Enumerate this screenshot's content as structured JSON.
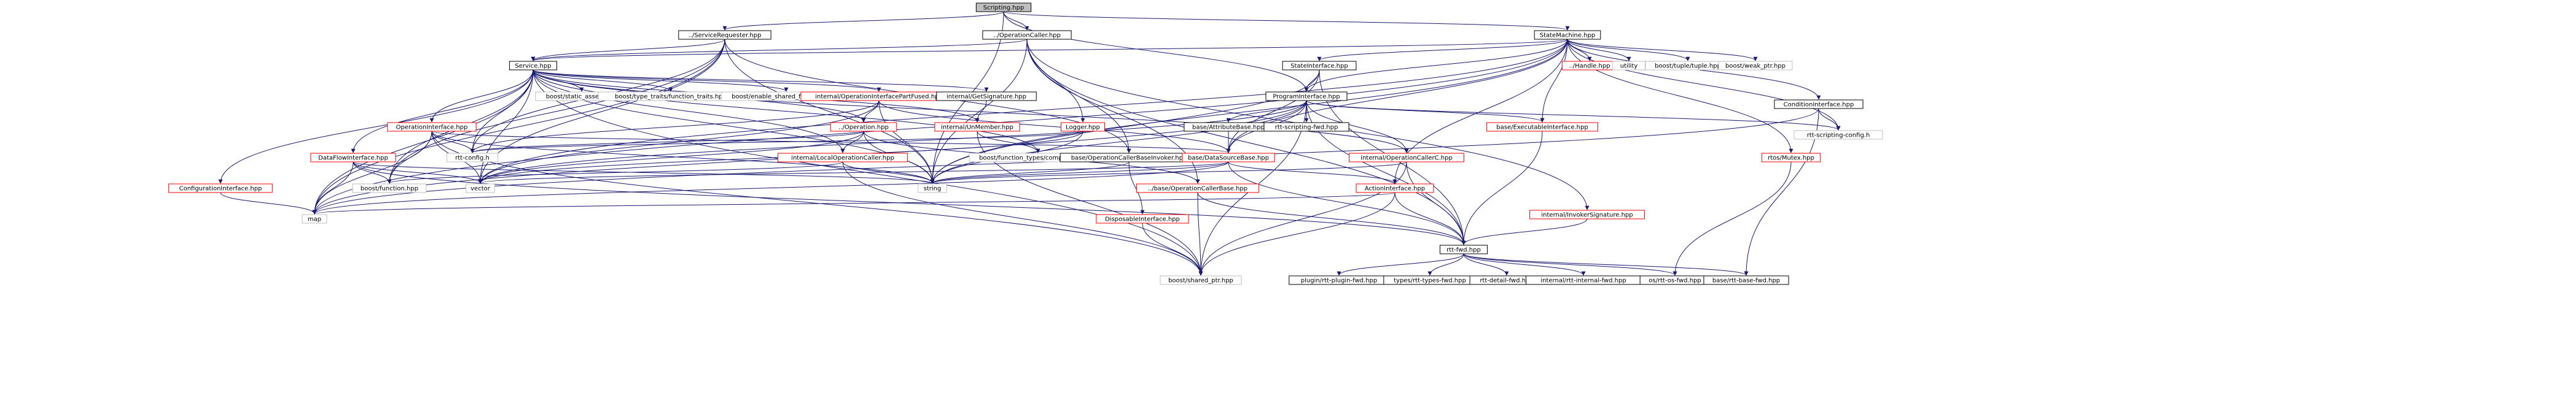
{
  "nodes": [
    {
      "id": "scripting",
      "label": "Scripting.hpp",
      "style": "root"
    },
    {
      "id": "servreq",
      "label": "../ServiceRequester.hpp",
      "style": "normal"
    },
    {
      "id": "opcaller",
      "label": "../OperationCaller.hpp",
      "style": "normal"
    },
    {
      "id": "statemachine",
      "label": "StateMachine.hpp",
      "style": "normal"
    },
    {
      "id": "service",
      "label": "Service.hpp",
      "style": "normal"
    },
    {
      "id": "stateiface",
      "label": "StateInterface.hpp",
      "style": "normal"
    },
    {
      "id": "handle",
      "label": "../Handle.hpp",
      "style": "red"
    },
    {
      "id": "utility",
      "label": "utility",
      "style": "inc"
    },
    {
      "id": "tuple",
      "label": "boost/tuple/tuple.hpp",
      "style": "inc"
    },
    {
      "id": "weakptr",
      "label": "boost/weak_ptr.hpp",
      "style": "inc"
    },
    {
      "id": "condiface",
      "label": "ConditionInterface.hpp",
      "style": "normal"
    },
    {
      "id": "staticassert",
      "label": "boost/static_assert.hpp",
      "style": "inc"
    },
    {
      "id": "typetraits",
      "label": "boost/type_traits/function_traits.hpp",
      "style": "inc"
    },
    {
      "id": "enableshared",
      "label": "boost/enable_shared_from_this.hpp",
      "style": "inc"
    },
    {
      "id": "opifpart",
      "label": "internal/OperationInterfacePartFused.hpp",
      "style": "red"
    },
    {
      "id": "getsig",
      "label": "internal/GetSignature.hpp",
      "style": "normal"
    },
    {
      "id": "proginterface",
      "label": "ProgramInterface.hpp",
      "style": "normal"
    },
    {
      "id": "rttscriptingconfig",
      "label": "rtt-scripting-config.h",
      "style": "inc"
    },
    {
      "id": "opiface",
      "label": "OperationInterface.hpp",
      "style": "red"
    },
    {
      "id": "operation",
      "label": "../Operation.hpp",
      "style": "red"
    },
    {
      "id": "unmember",
      "label": "internal/UnMember.hpp",
      "style": "red"
    },
    {
      "id": "logger",
      "label": "Logger.hpp",
      "style": "red"
    },
    {
      "id": "attrbase",
      "label": "base/AttributeBase.hpp",
      "style": "normal"
    },
    {
      "id": "rttscriptingfwd",
      "label": "rtt-scripting-fwd.hpp",
      "style": "normal"
    },
    {
      "id": "execiface",
      "label": "base/ExecutableInterface.hpp",
      "style": "red"
    },
    {
      "id": "rttconfig",
      "label": "rtt-config.h",
      "style": "inc"
    },
    {
      "id": "localopcaller",
      "label": "internal/LocalOperationCaller.hpp",
      "style": "red"
    },
    {
      "id": "fntypes",
      "label": "boost/function_types/components.hpp",
      "style": "inc"
    },
    {
      "id": "opcallerbaseinv",
      "label": "base/OperationCallerBaseInvoker.hpp",
      "style": "normal"
    },
    {
      "id": "dsbase",
      "label": "base/DataSourceBase.hpp",
      "style": "red"
    },
    {
      "id": "opcallerc",
      "label": "internal/OperationCallerC.hpp",
      "style": "red"
    },
    {
      "id": "mutex",
      "label": "rtos/Mutex.hpp",
      "style": "red"
    },
    {
      "id": "dataflow",
      "label": "DataFlowInterface.hpp",
      "style": "red"
    },
    {
      "id": "config",
      "label": "ConfigurationInterface.hpp",
      "style": "red"
    },
    {
      "id": "vector",
      "label": "vector",
      "style": "inc"
    },
    {
      "id": "boostfunction",
      "label": "boost/function.hpp",
      "style": "inc"
    },
    {
      "id": "string",
      "label": "string",
      "style": "inc"
    },
    {
      "id": "opcallerbase",
      "label": "../base/OperationCallerBase.hpp",
      "style": "red"
    },
    {
      "id": "actioniface",
      "label": "ActionInterface.hpp",
      "style": "red"
    },
    {
      "id": "invokersig",
      "label": "internal/InvokerSignature.hpp",
      "style": "red"
    },
    {
      "id": "disposable",
      "label": "DisposableInterface.hpp",
      "style": "red"
    },
    {
      "id": "map",
      "label": "map",
      "style": "inc"
    },
    {
      "id": "rttfwd",
      "label": "rtt-fwd.hpp",
      "style": "normal"
    },
    {
      "id": "sharedptr",
      "label": "boost/shared_ptr.hpp",
      "style": "inc"
    },
    {
      "id": "pluginfwd",
      "label": "plugin/rtt-plugin-fwd.hpp",
      "style": "normal"
    },
    {
      "id": "typesfwd",
      "label": "types/rtt-types-fwd.hpp",
      "style": "normal"
    },
    {
      "id": "detailfwd",
      "label": "rtt-detail-fwd.hpp",
      "style": "normal"
    },
    {
      "id": "internalfwd",
      "label": "internal/rtt-internal-fwd.hpp",
      "style": "normal"
    },
    {
      "id": "osfwd",
      "label": "os/rtt-os-fwd.hpp",
      "style": "normal"
    },
    {
      "id": "basefwd",
      "label": "base/rtt-base-fwd.hpp",
      "style": "normal"
    }
  ],
  "edges": [
    [
      "scripting",
      "servreq"
    ],
    [
      "scripting",
      "opcaller"
    ],
    [
      "scripting",
      "statemachine"
    ],
    [
      "scripting",
      "string"
    ],
    [
      "scripting",
      "proginterface"
    ],
    [
      "servreq",
      "service"
    ],
    [
      "servreq",
      "string"
    ],
    [
      "servreq",
      "map"
    ],
    [
      "servreq",
      "vector"
    ],
    [
      "servreq",
      "opcallerbaseinv"
    ],
    [
      "servreq",
      "rttconfig"
    ],
    [
      "servreq",
      "boostfunction"
    ],
    [
      "opcaller",
      "service"
    ],
    [
      "opcaller",
      "logger"
    ],
    [
      "opcaller",
      "string"
    ],
    [
      "opcaller",
      "opcallerbaseinv"
    ],
    [
      "opcaller",
      "invokersig"
    ],
    [
      "opcaller",
      "rttfwd"
    ],
    [
      "opcaller",
      "opcallerbase"
    ],
    [
      "statemachine",
      "stateiface"
    ],
    [
      "statemachine",
      "handle"
    ],
    [
      "statemachine",
      "utility"
    ],
    [
      "statemachine",
      "tuple"
    ],
    [
      "statemachine",
      "weakptr"
    ],
    [
      "statemachine",
      "condiface"
    ],
    [
      "statemachine",
      "proginterface"
    ],
    [
      "statemachine",
      "service"
    ],
    [
      "statemachine",
      "execiface"
    ],
    [
      "statemachine",
      "mutex"
    ],
    [
      "statemachine",
      "rttscriptingconfig"
    ],
    [
      "statemachine",
      "dsbase"
    ],
    [
      "statemachine",
      "actioniface"
    ],
    [
      "statemachine",
      "vector"
    ],
    [
      "statemachine",
      "string"
    ],
    [
      "statemachine",
      "map"
    ],
    [
      "service",
      "staticassert"
    ],
    [
      "service",
      "typetraits"
    ],
    [
      "service",
      "enableshared"
    ],
    [
      "service",
      "opifpart"
    ],
    [
      "service",
      "getsig"
    ],
    [
      "service",
      "opiface"
    ],
    [
      "service",
      "operation"
    ],
    [
      "service",
      "unmember"
    ],
    [
      "service",
      "localopcaller"
    ],
    [
      "service",
      "fntypes"
    ],
    [
      "service",
      "dataflow"
    ],
    [
      "service",
      "config"
    ],
    [
      "service",
      "rttconfig"
    ],
    [
      "service",
      "vector"
    ],
    [
      "service",
      "string"
    ],
    [
      "service",
      "map"
    ],
    [
      "service",
      "sharedptr"
    ],
    [
      "service",
      "boostfunction"
    ],
    [
      "service",
      "opcallerc"
    ],
    [
      "stateiface",
      "proginterface"
    ],
    [
      "stateiface",
      "string"
    ],
    [
      "stateiface",
      "rttfwd"
    ],
    [
      "stateiface",
      "dsbase"
    ],
    [
      "condiface",
      "rttscriptingconfig"
    ],
    [
      "condiface",
      "basefwd"
    ],
    [
      "condiface",
      "map"
    ],
    [
      "opifpart",
      "rttconfig"
    ],
    [
      "opifpart",
      "vector"
    ],
    [
      "opifpart",
      "string"
    ],
    [
      "opifpart",
      "operation"
    ],
    [
      "opifpart",
      "dsbase"
    ],
    [
      "getsig",
      "unmember"
    ],
    [
      "proginterface",
      "attrbase"
    ],
    [
      "proginterface",
      "rttscriptingfwd"
    ],
    [
      "proginterface",
      "execiface"
    ],
    [
      "proginterface",
      "dsbase"
    ],
    [
      "proginterface",
      "opcallerc"
    ],
    [
      "proginterface",
      "rttscriptingconfig"
    ],
    [
      "proginterface",
      "string"
    ],
    [
      "proginterface",
      "rttfwd"
    ],
    [
      "proginterface",
      "map"
    ],
    [
      "proginterface",
      "sharedptr"
    ],
    [
      "proginterface",
      "vector"
    ],
    [
      "opiface",
      "rttconfig"
    ],
    [
      "opiface",
      "vector"
    ],
    [
      "opiface",
      "string"
    ],
    [
      "opiface",
      "boostfunction"
    ],
    [
      "opiface",
      "map"
    ],
    [
      "opiface",
      "dsbase"
    ],
    [
      "opiface",
      "sharedptr"
    ],
    [
      "operation",
      "localopcaller"
    ],
    [
      "operation",
      "rttconfig"
    ],
    [
      "operation",
      "opcallerbase"
    ],
    [
      "operation",
      "string"
    ],
    [
      "operation",
      "vector"
    ],
    [
      "unmember",
      "fntypes"
    ],
    [
      "unmember",
      "sharedptr"
    ],
    [
      "logger",
      "rttconfig"
    ],
    [
      "logger",
      "string"
    ],
    [
      "logger",
      "vector"
    ],
    [
      "attrbase",
      "dsbase"
    ],
    [
      "execiface",
      "rttfwd"
    ],
    [
      "localopcaller",
      "boostfunction"
    ],
    [
      "localopcaller",
      "string"
    ],
    [
      "localopcaller",
      "sharedptr"
    ],
    [
      "opcallerbaseinv",
      "disposable"
    ],
    [
      "opcallerbaseinv",
      "string"
    ],
    [
      "dsbase",
      "rttfwd"
    ],
    [
      "dsbase",
      "string"
    ],
    [
      "dsbase",
      "actioniface"
    ],
    [
      "dsbase",
      "map"
    ],
    [
      "dsbase",
      "vector"
    ],
    [
      "opcallerc",
      "rttfwd"
    ],
    [
      "opcallerc",
      "string"
    ],
    [
      "opcallerc",
      "sharedptr"
    ],
    [
      "mutex",
      "osfwd"
    ],
    [
      "dataflow",
      "map"
    ],
    [
      "dataflow",
      "vector"
    ],
    [
      "dataflow",
      "string"
    ],
    [
      "dataflow",
      "rttfwd"
    ],
    [
      "dataflow",
      "boostfunction"
    ],
    [
      "config",
      "map"
    ],
    [
      "opcallerbase",
      "rttfwd"
    ],
    [
      "opcallerbase",
      "sharedptr"
    ],
    [
      "actioniface",
      "rttfwd"
    ],
    [
      "actioniface",
      "sharedptr"
    ],
    [
      "actioniface",
      "map"
    ],
    [
      "invokersig",
      "rttfwd"
    ],
    [
      "disposable",
      "sharedptr"
    ],
    [
      "rttfwd",
      "pluginfwd"
    ],
    [
      "rttfwd",
      "typesfwd"
    ],
    [
      "rttfwd",
      "detailfwd"
    ],
    [
      "rttfwd",
      "internalfwd"
    ],
    [
      "rttfwd",
      "osfwd"
    ],
    [
      "rttfwd",
      "basefwd"
    ]
  ]
}
